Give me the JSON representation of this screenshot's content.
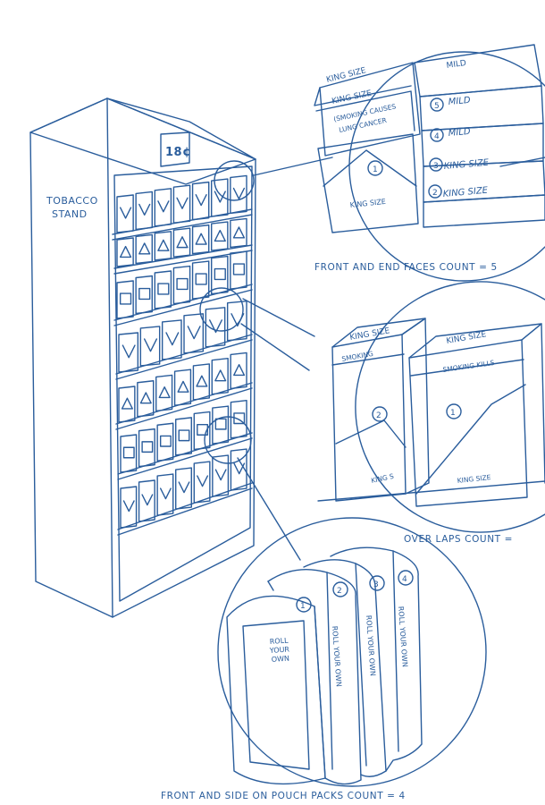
{
  "stand": {
    "label_line1": "TOBACCO",
    "label_line2": "STAND",
    "price": "18¢"
  },
  "detail_1": {
    "caption": "FRONT AND END FACES COUNT = 5",
    "packs": {
      "mild_top": "MILD",
      "ks_top1": "KING SIZE",
      "ks_top2": "KING SIZE",
      "warning_line1": "(SMOKING CAUSES",
      "warning_line2": "LUNG CANCER",
      "front_number": "1",
      "front_label": "KING SIZE",
      "end5_number": "5",
      "end5_label": "MILD",
      "end4_number": "4",
      "end4_label": "MILD",
      "end3_number": "3",
      "end3_label": "KING SIZE",
      "end2_number": "2",
      "end2_label": "KING SIZE"
    }
  },
  "detail_2": {
    "caption": "OVER LAPS COUNT =",
    "packs": {
      "left_top": "KING SIZE",
      "left_sub": "SMOKING",
      "left_number": "2",
      "left_bottom": "KING S",
      "right_top": "KING SIZE",
      "right_sub": "SMOKING KILLS",
      "right_number": "1",
      "right_bottom": "KING SIZE"
    }
  },
  "detail_3": {
    "caption": "FRONT AND SIDE ON POUCH PACKS COUNT = 4",
    "pouches": {
      "p1_number": "1",
      "p1_line1": "ROLL",
      "p1_line2": "YOUR",
      "p1_line3": "OWN",
      "p2_number": "2",
      "p2_label": "ROLL YOUR OWN",
      "p3_number": "3",
      "p3_label": "ROLL YOUR OWN",
      "p4_number": "4",
      "p4_label": "ROLL YOUR OWN"
    }
  }
}
